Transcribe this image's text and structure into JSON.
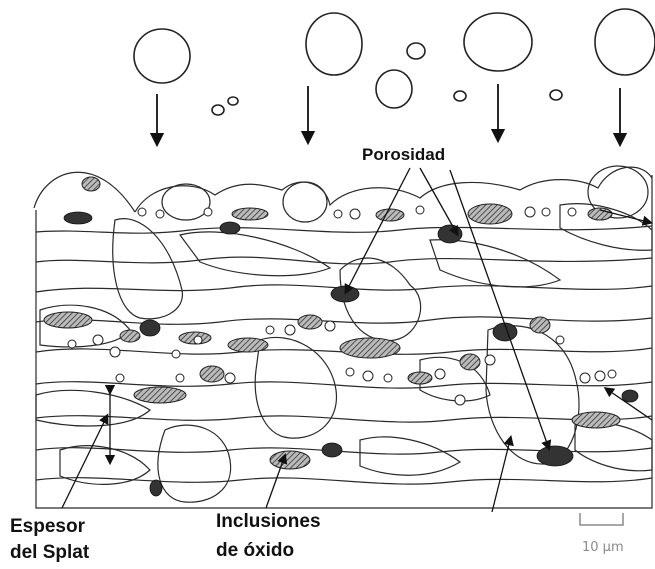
{
  "labels": {
    "porosidad": "Porosidad",
    "espesor_line1": "Espesor",
    "espesor_line2": "del Splat",
    "inclusiones_line1": "Inclusiones",
    "inclusiones_line2": "de óxido",
    "scale": "10 µm"
  },
  "colors": {
    "line": "#2a2a2a",
    "dark_fill": "#333333",
    "hatch": "#555555",
    "scale": "#8a8a8a"
  }
}
